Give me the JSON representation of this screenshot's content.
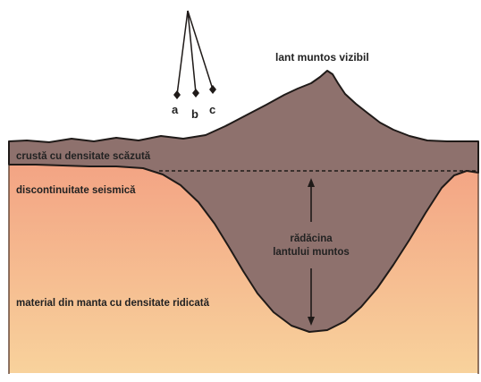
{
  "labels": {
    "mountain": "lant muntos vizibil",
    "crust": "crustă cu densitate scăzută",
    "discontinuity": "discontinuitate seismică",
    "root_line1": "rădăcina",
    "root_line2": "lantului muntos",
    "mantle": "material din manta cu densitate ridicată",
    "pendulum_a": "a",
    "pendulum_b": "b",
    "pendulum_c": "c"
  },
  "colors": {
    "crust": "#8e716d",
    "mantle_top": "#f2a383",
    "mantle_bottom": "#f9d29b",
    "outline": "#1f1a18"
  }
}
